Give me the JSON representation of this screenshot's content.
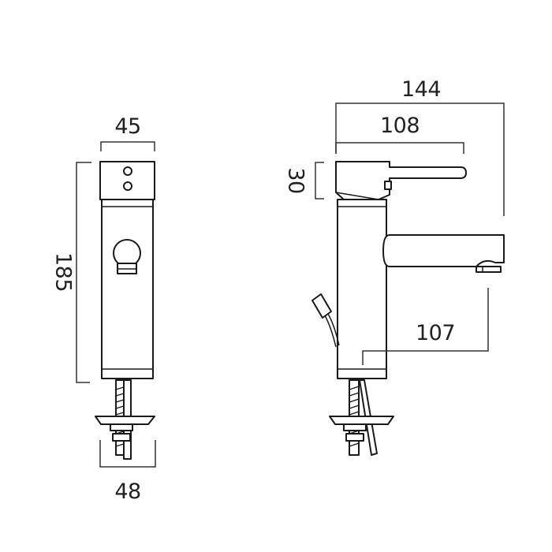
{
  "dimensions": {
    "top_width": "45",
    "overall_height": "185",
    "base_width": "48",
    "overall_depth": "144",
    "lever_length": "108",
    "lever_height": "30",
    "spout_reach": "107"
  },
  "colors": {
    "line": "#1a1a1a",
    "background": "#ffffff"
  }
}
